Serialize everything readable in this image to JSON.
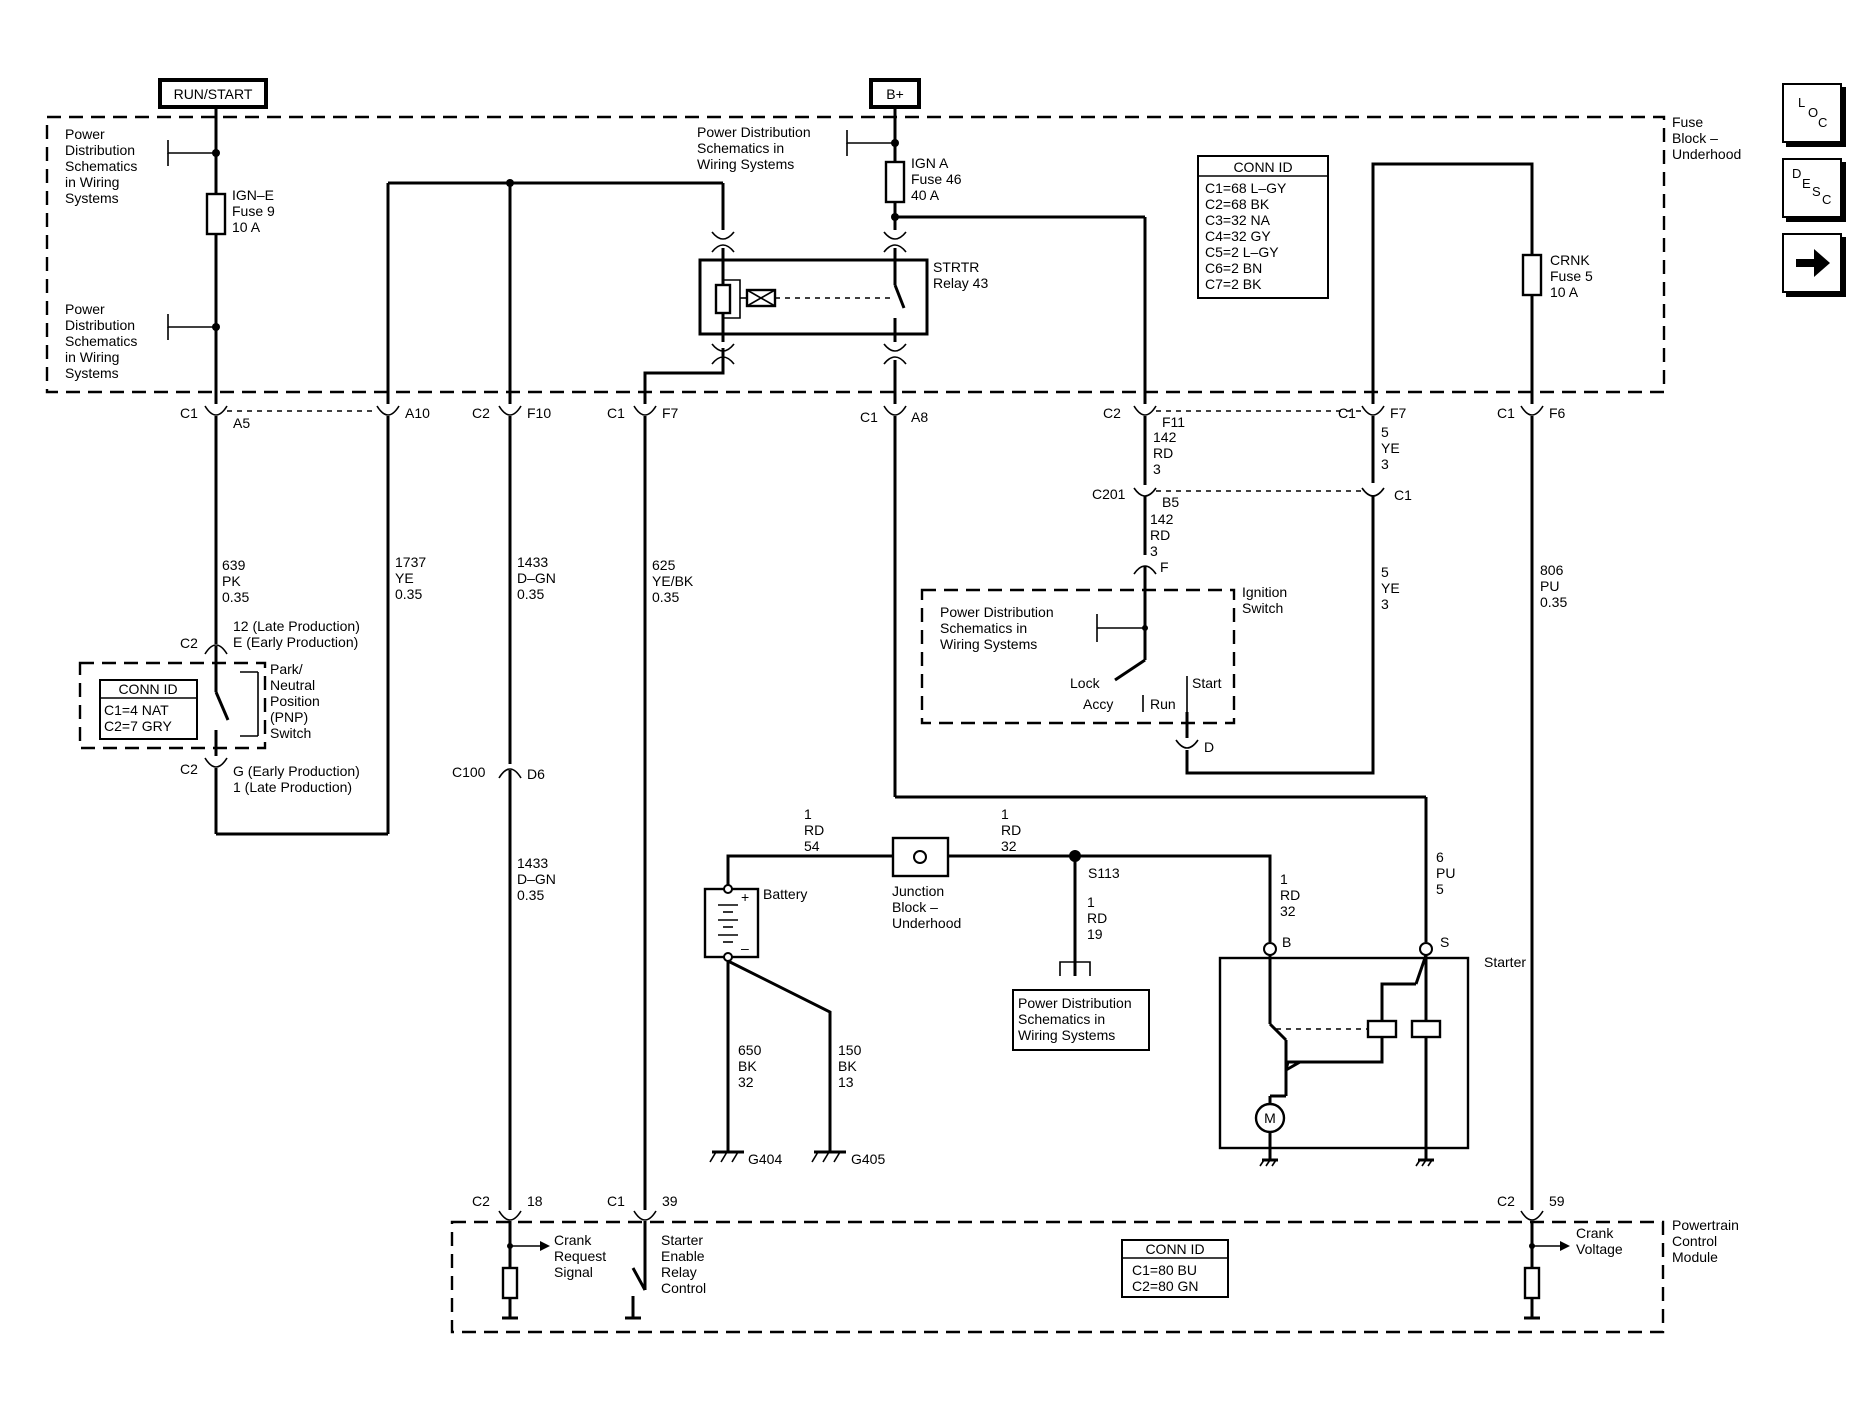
{
  "sources": {
    "run_start": "RUN/START",
    "b_plus": "B+"
  },
  "fuse_block": {
    "name": [
      "Fuse",
      "Block –",
      "Underhood"
    ]
  },
  "pd_ref": [
    "Power",
    "Distribution",
    "Schematics",
    "in Wiring",
    "Systems"
  ],
  "pd_ref3": [
    "Power Distribution",
    "Schematics in",
    "Wiring Systems"
  ],
  "fuses": {
    "ign_e": [
      "IGN–E",
      "Fuse 9",
      "10 A"
    ],
    "ign_a": [
      "IGN A",
      "Fuse 46",
      "40 A"
    ],
    "crnk": [
      "CRNK",
      "Fuse 5",
      "10 A"
    ]
  },
  "relay": [
    "STRTR",
    "Relay 43"
  ],
  "conn_fuse_block": {
    "title": "CONN ID",
    "rows": [
      "C1=68 L–GY",
      "C2=68 BK",
      "C3=32 NA",
      "C4=32 GY",
      "C5=2 L–GY",
      "C6=2 BN",
      "C7=2 BK"
    ]
  },
  "conn_pnp": {
    "title": "CONN ID",
    "rows": [
      "C1=4 NAT",
      "C2=7 GRY"
    ]
  },
  "conn_pcm": {
    "title": "CONN ID",
    "rows": [
      "C1=80 BU",
      "C2=80 GN"
    ]
  },
  "connectors": {
    "c1": "C1",
    "c2": "C2",
    "c100": "C100",
    "c201": "C201",
    "a5": "A5",
    "a10": "A10",
    "f10": "F10",
    "f7": "F7",
    "a8": "A8",
    "f11": "F11",
    "f6": "F6",
    "b5": "B5",
    "c1pin": "C1",
    "f": "F",
    "d": "D",
    "d6": "D6",
    "pin18": "18",
    "pin39": "39",
    "pin59": "59",
    "e_pin": "E (Early Production)",
    "late12": "12 (Late Production)",
    "g_pin": "G (Early Production)",
    "late1": "1 (Late Production)"
  },
  "wires": {
    "w639": [
      "639",
      "PK",
      "0.35"
    ],
    "w1737": [
      "1737",
      "YE",
      "0.35"
    ],
    "w1433a": [
      "1433",
      "D–GN",
      "0.35"
    ],
    "w1433b": [
      "1433",
      "D–GN",
      "0.35"
    ],
    "w625": [
      "625",
      "YE/BK",
      "0.35"
    ],
    "w142a": [
      "142",
      "RD",
      "3"
    ],
    "w142b": [
      "142",
      "RD",
      "3"
    ],
    "w5a": [
      "5",
      "YE",
      "3"
    ],
    "w5b": [
      "5",
      "YE",
      "3"
    ],
    "w806": [
      "806",
      "PU",
      "0.35"
    ],
    "w1rd54": [
      "1",
      "RD",
      "54"
    ],
    "w1rd32a": [
      "1",
      "RD",
      "32"
    ],
    "w1rd19": [
      "1",
      "RD",
      "19"
    ],
    "w1rd32b": [
      "1",
      "RD",
      "32"
    ],
    "w6pu": [
      "6",
      "PU",
      "5"
    ],
    "w650": [
      "650",
      "BK",
      "32"
    ],
    "w150": [
      "150",
      "BK",
      "13"
    ]
  },
  "pnp_switch": [
    "Park/",
    "Neutral",
    "Position",
    "(PNP)",
    "Switch"
  ],
  "ignition_switch": {
    "name": [
      "Ignition",
      "Switch"
    ],
    "lock": "Lock",
    "accy": "Accy",
    "run": "Run",
    "start": "Start"
  },
  "battery": "Battery",
  "junction_block": [
    "Junction",
    "Block –",
    "Underhood"
  ],
  "splice": "S113",
  "grounds": {
    "g404": "G404",
    "g405": "G405"
  },
  "starter": {
    "name": "Starter",
    "b": "B",
    "s": "S",
    "motor": "M"
  },
  "pcm": {
    "name": [
      "Powertrain",
      "Control",
      "Module"
    ],
    "crank_request": [
      "Crank",
      "Request",
      "Signal"
    ],
    "starter_enable": [
      "Starter",
      "Enable",
      "Relay",
      "Control"
    ],
    "crank_voltage": [
      "Crank",
      "Voltage"
    ]
  },
  "nav": {
    "loc": [
      "L",
      "O",
      "C"
    ],
    "desc": [
      "D",
      "E",
      "S",
      "C"
    ],
    "next_icon": "arrow-right"
  }
}
